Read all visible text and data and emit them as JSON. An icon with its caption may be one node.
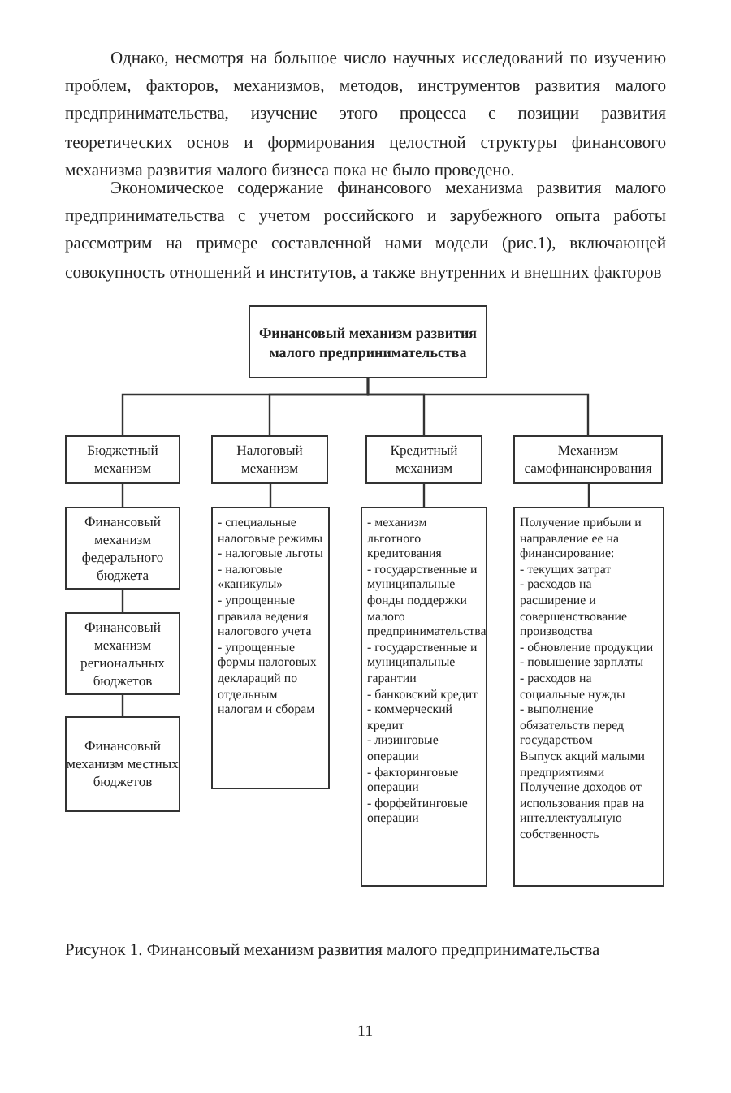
{
  "diagram": {
    "caption": "Рисунок 1. Финансовый механизм развития малого предпринимательства",
    "nodes": [
      {
        "text": [
          "Финансовый механизм развития малого предпринимательства"
        ]
      },
      {
        "text": [
          "Бюджетный механизм"
        ]
      },
      {
        "text": [
          "Налоговый механизм"
        ]
      },
      {
        "text": [
          "Кредитный механизм"
        ]
      },
      {
        "text": [
          "Механизм самофинансирования"
        ]
      },
      {
        "text": [
          "Финансовый механизм федерального бюджета"
        ]
      },
      {
        "text": [
          "Финансовый механизм региональных бюджетов"
        ]
      },
      {
        "text": [
          "Финансовый механизм местных бюджетов"
        ]
      },
      {
        "text": [
          "- специальные налоговые режимы",
          "- налоговые льготы",
          "- налоговые «каникулы»",
          "- упрощенные правила ведения налогового учета",
          "- упрощенные формы налоговых деклараций по отдельным налогам и сборам"
        ]
      },
      {
        "text": [
          "- механизм льготного кредитования",
          "- государственные и муниципальные фонды поддержки малого предпринимательства",
          "- государственные и муниципальные гарантии",
          "- банковский кредит",
          "- коммерческий кредит",
          "- лизинговые операции",
          "- факторинговые операции",
          "- форфейтинговые операции"
        ]
      },
      {
        "text": [
          "Получение прибыли и направление ее на финансирование:",
          "- текущих затрат",
          "- расходов на расширение и совершенствование производства",
          "- обновление продукции",
          "- повышение зарплаты",
          "- расходов на социальные нужды",
          "- выполнение обязательств перед государством",
          "Выпуск акций малыми предприятиями",
          "Получение доходов от использования прав на интеллектуальную собственность"
        ]
      }
    ],
    "edges": [
      {
        "from": 0,
        "to": 1,
        "arrow": "none"
      },
      {
        "from": 0,
        "to": 2,
        "arrow": "none"
      },
      {
        "from": 0,
        "to": 3,
        "arrow": "none"
      },
      {
        "from": 0,
        "to": 4,
        "arrow": "none"
      },
      {
        "from": 1,
        "to": 5,
        "arrow": "none"
      },
      {
        "from": 5,
        "to": 6,
        "arrow": "none"
      },
      {
        "from": 6,
        "to": 7,
        "arrow": "none"
      },
      {
        "from": 2,
        "to": 8,
        "arrow": "none"
      },
      {
        "from": 3,
        "to": 9,
        "arrow": "none"
      },
      {
        "from": 4,
        "to": 10,
        "arrow": "none"
      }
    ],
    "labels": [
      "Однако, несмотря на большое число научных исследований по изучению проблем, факторов, механизмов, методов, инструментов развития малого предпринимательства, изучение этого процесса с позиции развития теоретических основ и формирования целостной структуры финансового механизма развития малого бизнеса пока не было проведено.",
      "Экономическое содержание финансового механизма развития малого предпринимательства с учетом российского и зарубежного опыта работы рассмотрим на примере составленной нами модели (рис.1), включающей совокупность отношений и институтов, а также внутренних и внешних факторов",
      "11"
    ]
  }
}
